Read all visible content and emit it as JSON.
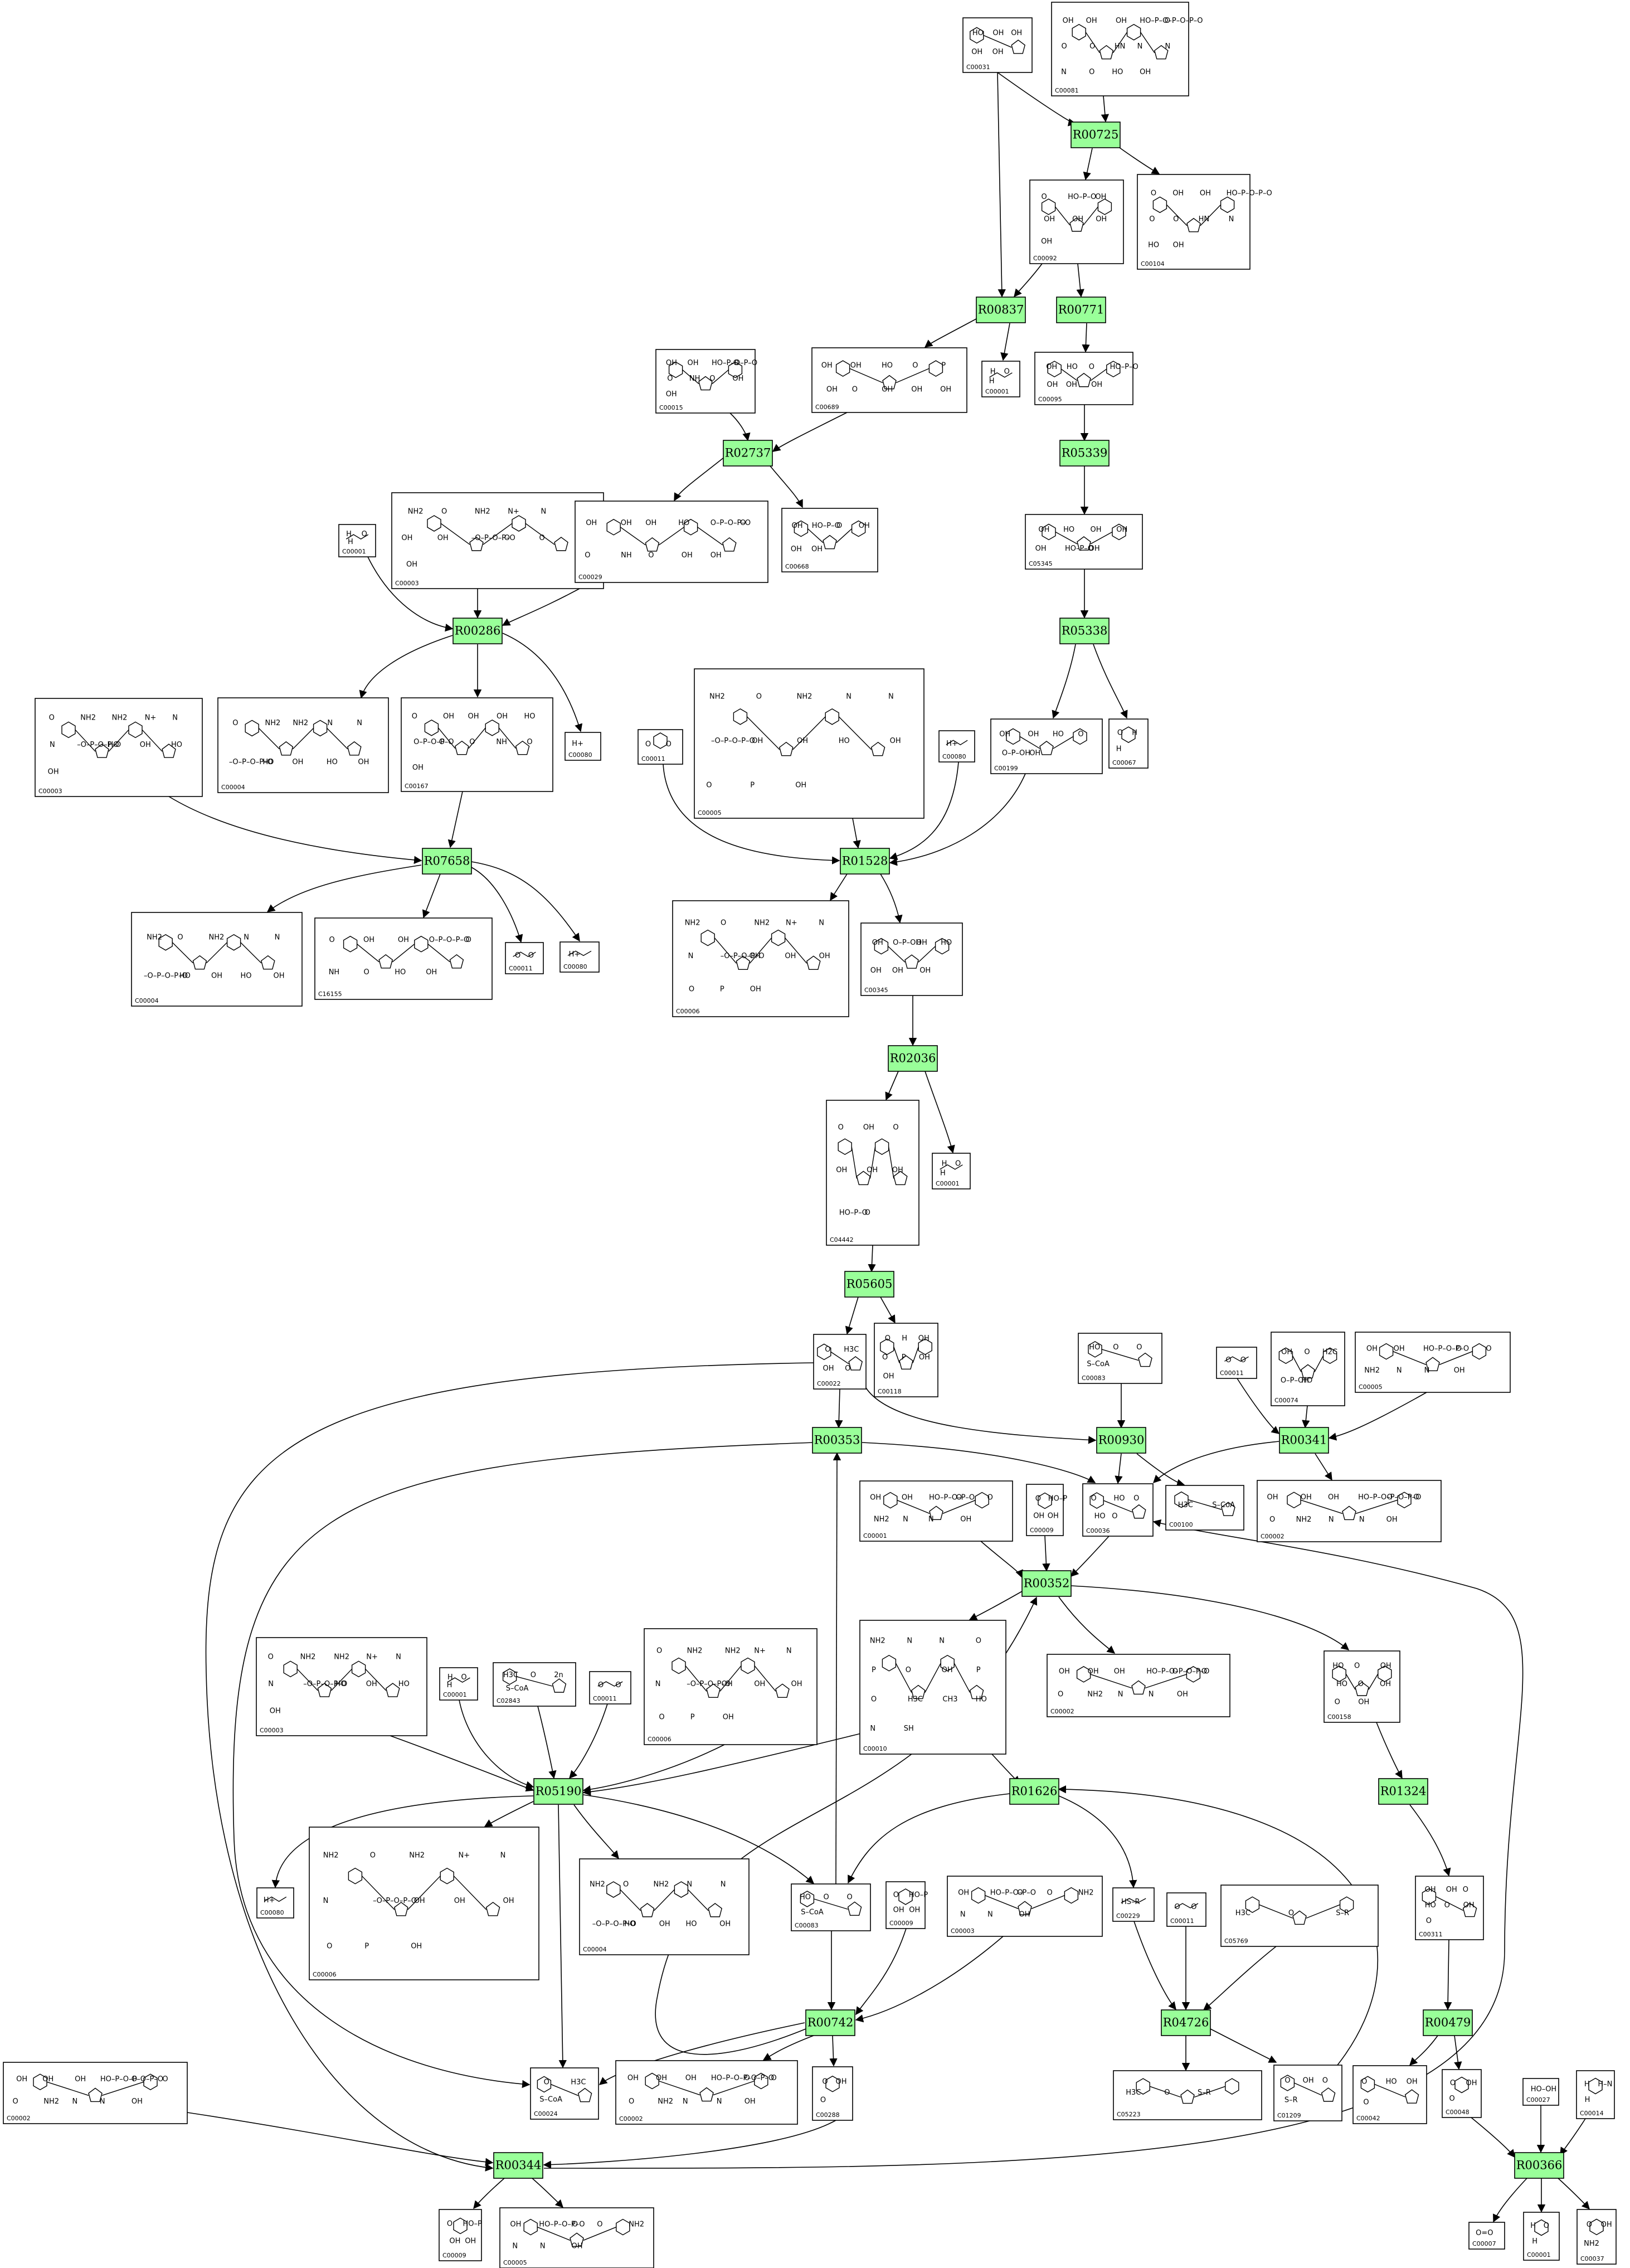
{
  "reactions": [
    "R00725",
    "R00837",
    "R00771",
    "R02737",
    "R05339",
    "R00286",
    "R05338",
    "R07658",
    "R01528",
    "R02036",
    "R05605",
    "R00353",
    "R00930",
    "R00341",
    "R00352",
    "R05190",
    "R01626",
    "R01324",
    "R00742",
    "R04726",
    "R00479",
    "R00344",
    "R00366"
  ],
  "compounds": [
    {
      "id": "c1",
      "label": "C00031",
      "atoms": [
        "HO",
        "OH",
        "OH",
        "OH",
        "OH"
      ]
    },
    {
      "id": "c2",
      "label": "C00081",
      "atoms": [
        "OH",
        "OH",
        "OH",
        "HO–P–O–P–O–P–O",
        "O",
        "O",
        "O",
        "HN",
        "N",
        "N",
        "N",
        "O",
        "HO",
        "OH"
      ]
    },
    {
      "id": "c3",
      "label": "C00092",
      "atoms": [
        "O",
        "HO–P–O",
        "OH",
        "OH",
        "OH",
        "OH",
        "OH"
      ]
    },
    {
      "id": "c4",
      "label": "C00104",
      "atoms": [
        "O",
        "OH",
        "OH",
        "HO–P–O–P–O",
        "O",
        "O",
        "HN",
        "N",
        "HO",
        "OH"
      ]
    },
    {
      "id": "c5",
      "label": "C00001",
      "atoms": [
        "H",
        "O",
        "H"
      ]
    },
    {
      "id": "c6",
      "label": "C00095",
      "atoms": [
        "OH",
        "HO",
        "O",
        "HO–P–O",
        "OH",
        "OH",
        "OH"
      ]
    },
    {
      "id": "c7",
      "label": "C00015",
      "atoms": [
        "OH",
        "OH",
        "HO–P–O–P–O",
        "O",
        "O",
        "NH",
        "O",
        "OH",
        "OH"
      ]
    },
    {
      "id": "c8",
      "label": "C00689",
      "atoms": [
        "OH",
        "OH",
        "HO",
        "O",
        "P",
        "OH",
        "O",
        "OH",
        "OH",
        "OH"
      ]
    },
    {
      "id": "c9",
      "label": "C05345",
      "atoms": [
        "OH",
        "HO",
        "OH",
        "OH",
        "OH",
        "HO–P–O",
        "OH"
      ]
    },
    {
      "id": "c10",
      "label": "C00001",
      "atoms": [
        "H",
        "O",
        "H"
      ]
    },
    {
      "id": "c11",
      "label": "C00003",
      "atoms": [
        "NH2",
        "O",
        "NH2",
        "N+",
        "N",
        "N",
        "OH",
        "OH",
        "–O–P–O–P–O",
        "O",
        "O",
        "HO",
        "OH"
      ]
    },
    {
      "id": "c12",
      "label": "C00029",
      "atoms": [
        "OH",
        "OH",
        "OH",
        "HO",
        "O–P–O–P–O",
        "O",
        "O",
        "NH",
        "O",
        "OH",
        "OH"
      ]
    },
    {
      "id": "c13",
      "label": "C00668",
      "atoms": [
        "OH",
        "HO–P–O",
        "O",
        "OH",
        "OH",
        "OH"
      ]
    },
    {
      "id": "c14",
      "label": "C00080",
      "atoms": [
        "H+"
      ]
    },
    {
      "id": "c15",
      "label": "C00003",
      "atoms": [
        "O",
        "NH2",
        "NH2",
        "N+",
        "N",
        "N",
        "–O–P–O–P–O",
        "HO",
        "OH",
        "HO",
        "OH"
      ]
    },
    {
      "id": "c16",
      "label": "C00004",
      "atoms": [
        "O",
        "NH2",
        "NH2",
        "N",
        "N",
        "–O–P–O–P–O",
        "HO",
        "OH",
        "HO",
        "OH"
      ]
    },
    {
      "id": "c17",
      "label": "C00167",
      "atoms": [
        "O",
        "OH",
        "OH",
        "OH",
        "HO",
        "O–P–O–P–O",
        "O",
        "O",
        "NH",
        "O",
        "OH"
      ]
    },
    {
      "id": "c18",
      "label": "C00011",
      "atoms": [
        "O",
        "O"
      ]
    },
    {
      "id": "c19",
      "label": "C00005",
      "atoms": [
        "NH2",
        "O",
        "NH2",
        "N",
        "N",
        "–O–P–O–P–O",
        "OH",
        "OH",
        "HO",
        "OH",
        "O",
        "P",
        "OH"
      ]
    },
    {
      "id": "c20",
      "label": "C00080",
      "atoms": [
        "H+"
      ]
    },
    {
      "id": "c21",
      "label": "C00199",
      "atoms": [
        "OH",
        "OH",
        "HO",
        "O",
        "O–P–OH",
        "OH"
      ]
    },
    {
      "id": "c22",
      "label": "C00067",
      "atoms": [
        "O",
        "H",
        "H"
      ]
    },
    {
      "id": "c23",
      "label": "C00004",
      "atoms": [
        "NH2",
        "O",
        "NH2",
        "N",
        "N",
        "–O–P–O–P–O",
        "HO",
        "OH",
        "HO",
        "OH"
      ]
    },
    {
      "id": "c24",
      "label": "C16155",
      "atoms": [
        "O",
        "OH",
        "OH",
        "O–P–O–P–O",
        "O",
        "NH",
        "O",
        "HO",
        "OH"
      ]
    },
    {
      "id": "c25",
      "label": "C00011",
      "atoms": [
        "O",
        "O"
      ]
    },
    {
      "id": "c26",
      "label": "C00080",
      "atoms": [
        "H+"
      ]
    },
    {
      "id": "c27",
      "label": "C00006",
      "atoms": [
        "NH2",
        "O",
        "NH2",
        "N+",
        "N",
        "N",
        "–O–P–O–P–O",
        "OH",
        "OH",
        "OH",
        "O",
        "P",
        "OH"
      ]
    },
    {
      "id": "c28",
      "label": "C00345",
      "atoms": [
        "OH",
        "O–P–OH",
        "OH",
        "HO",
        "OH",
        "OH",
        "OH"
      ]
    },
    {
      "id": "c29",
      "label": "C04442",
      "atoms": [
        "O",
        "OH",
        "O",
        "OH",
        "OH",
        "OH",
        "HO–P–O",
        "O"
      ]
    },
    {
      "id": "c30",
      "label": "C00001",
      "atoms": [
        "H",
        "O",
        "H"
      ]
    },
    {
      "id": "c31",
      "label": "C00022",
      "atoms": [
        "O",
        "H3C",
        "OH",
        "O"
      ]
    },
    {
      "id": "c32",
      "label": "C00118",
      "atoms": [
        "O",
        "H",
        "OH",
        "O",
        "P",
        "OH",
        "OH"
      ]
    },
    {
      "id": "c33",
      "label": "C00083",
      "atoms": [
        "HO",
        "O",
        "O",
        "S–CoA"
      ]
    },
    {
      "id": "c34",
      "label": "C00011",
      "atoms": [
        "O",
        "O"
      ]
    },
    {
      "id": "c35",
      "label": "C00074",
      "atoms": [
        "OH",
        "O",
        "H2C",
        "O–P–OH",
        "HO"
      ]
    },
    {
      "id": "c36",
      "label": "C00005",
      "atoms": [
        "OH",
        "OH",
        "HO–P–O–P–O",
        "O",
        "O",
        "NH2",
        "N",
        "N",
        "OH"
      ]
    },
    {
      "id": "c37",
      "label": "C00001",
      "atoms": [
        "OH",
        "OH",
        "HO–P–O–P–O",
        "O",
        "O",
        "NH2",
        "N",
        "N",
        "OH"
      ]
    },
    {
      "id": "c38",
      "label": "C00009",
      "atoms": [
        "O",
        "HO–P",
        "OH",
        "OH"
      ]
    },
    {
      "id": "c39",
      "label": "C00036",
      "atoms": [
        "O",
        "HO",
        "O",
        "HO",
        "O"
      ]
    },
    {
      "id": "c40",
      "label": "C00100",
      "atoms": [
        "H3C",
        "S–CoA"
      ]
    },
    {
      "id": "c41",
      "label": "C00002",
      "atoms": [
        "OH",
        "OH",
        "OH",
        "HO–P–O–P–O–P–O",
        "O",
        "O",
        "O",
        "NH2",
        "N",
        "N",
        "OH"
      ]
    },
    {
      "id": "c42",
      "label": "C00003",
      "atoms": [
        "O",
        "NH2",
        "NH2",
        "N+",
        "N",
        "N",
        "–O–P–O–P–O",
        "HO",
        "OH",
        "HO",
        "OH"
      ]
    },
    {
      "id": "c43",
      "label": "C00001",
      "atoms": [
        "H",
        "O",
        "H"
      ]
    },
    {
      "id": "c44",
      "label": "C02843",
      "atoms": [
        "H3C",
        "O",
        "2n",
        "S–CoA"
      ]
    },
    {
      "id": "c45",
      "label": "C00011",
      "atoms": [
        "O",
        "O"
      ]
    },
    {
      "id": "c46",
      "label": "C00006",
      "atoms": [
        "O",
        "NH2",
        "NH2",
        "N+",
        "N",
        "N",
        "–O–P–O–P–O",
        "OH",
        "OH",
        "OH",
        "O",
        "P",
        "OH"
      ]
    },
    {
      "id": "c47",
      "label": "C00010",
      "atoms": [
        "NH2",
        "N",
        "N",
        "O",
        "P",
        "O",
        "OH",
        "P",
        "O",
        "H3C",
        "CH3",
        "HO",
        "N",
        "SH"
      ]
    },
    {
      "id": "c48",
      "label": "C00002",
      "atoms": [
        "OH",
        "OH",
        "OH",
        "HO–P–O–P–O–P–O",
        "O",
        "O",
        "O",
        "NH2",
        "N",
        "N",
        "OH"
      ]
    },
    {
      "id": "c49",
      "label": "C00158",
      "atoms": [
        "HO",
        "O",
        "OH",
        "HO",
        "O",
        "OH",
        "O",
        "OH"
      ]
    },
    {
      "id": "c50",
      "label": "C00080",
      "atoms": [
        "H+"
      ]
    },
    {
      "id": "c51",
      "label": "C00006",
      "atoms": [
        "NH2",
        "O",
        "NH2",
        "N+",
        "N",
        "N",
        "–O–P–O–P–O",
        "OH",
        "OH",
        "OH",
        "O",
        "P",
        "OH"
      ]
    },
    {
      "id": "c52",
      "label": "C00004",
      "atoms": [
        "NH2",
        "O",
        "NH2",
        "N",
        "N",
        "–O–P–O–P–O",
        "HO",
        "OH",
        "HO",
        "OH"
      ]
    },
    {
      "id": "c53",
      "label": "C00083",
      "atoms": [
        "HO",
        "O",
        "O",
        "S–CoA"
      ]
    },
    {
      "id": "c54",
      "label": "C00009",
      "atoms": [
        "O",
        "HO–P",
        "OH",
        "OH"
      ]
    },
    {
      "id": "c55",
      "label": "C00003",
      "atoms": [
        "OH",
        "HO–P–O–P–O",
        "O",
        "O",
        "NH2",
        "N",
        "N",
        "OH"
      ]
    },
    {
      "id": "c56",
      "label": "C00229",
      "atoms": [
        "HS–R"
      ]
    },
    {
      "id": "c57",
      "label": "C00011",
      "atoms": [
        "O",
        "O"
      ]
    },
    {
      "id": "c58",
      "label": "C05769",
      "atoms": [
        "H3C",
        "O",
        "S–R"
      ]
    },
    {
      "id": "c59",
      "label": "C00311",
      "atoms": [
        "OH",
        "OH",
        "O",
        "HO",
        "O",
        "OH",
        "O"
      ]
    },
    {
      "id": "c60",
      "label": "C00002",
      "atoms": [
        "OH",
        "OH",
        "OH",
        "HO–P–O–P–O–P–O",
        "O",
        "O",
        "O",
        "NH2",
        "N",
        "N",
        "OH"
      ]
    },
    {
      "id": "c61",
      "label": "C00024",
      "atoms": [
        "O",
        "H3C",
        "S–CoA"
      ]
    },
    {
      "id": "c62",
      "label": "C00002",
      "atoms": [
        "OH",
        "OH",
        "OH",
        "HO–P–O–P–O–P–O",
        "O",
        "O",
        "O",
        "NH2",
        "N",
        "N",
        "OH"
      ]
    },
    {
      "id": "c63",
      "label": "C00288",
      "atoms": [
        "O",
        "OH",
        "O"
      ]
    },
    {
      "id": "c64",
      "label": "C05223",
      "atoms": [
        "H3C",
        "O",
        "S–R"
      ]
    },
    {
      "id": "c65",
      "label": "C01209",
      "atoms": [
        "O",
        "OH",
        "O",
        "S–R"
      ]
    },
    {
      "id": "c66",
      "label": "C00042",
      "atoms": [
        "O",
        "HO",
        "OH",
        "O"
      ]
    },
    {
      "id": "c67",
      "label": "C00048",
      "atoms": [
        "O",
        "OH",
        "O"
      ]
    },
    {
      "id": "c68",
      "label": "C00027",
      "atoms": [
        "HO–OH"
      ]
    },
    {
      "id": "c69",
      "label": "C00014",
      "atoms": [
        "H",
        "H–N",
        "H"
      ]
    },
    {
      "id": "c70",
      "label": "C00009",
      "atoms": [
        "O",
        "HO–P",
        "OH",
        "OH"
      ]
    },
    {
      "id": "c71",
      "label": "C00005",
      "atoms": [
        "OH",
        "HO–P–O–P–O",
        "O",
        "O",
        "NH2",
        "N",
        "N",
        "OH"
      ]
    },
    {
      "id": "c72",
      "label": "C00007",
      "atoms": [
        "O=O"
      ]
    },
    {
      "id": "c73",
      "label": "C00001",
      "atoms": [
        "H",
        "O",
        "H"
      ]
    },
    {
      "id": "c74",
      "label": "C00037",
      "atoms": [
        "O",
        "OH",
        "NH2"
      ]
    }
  ]
}
